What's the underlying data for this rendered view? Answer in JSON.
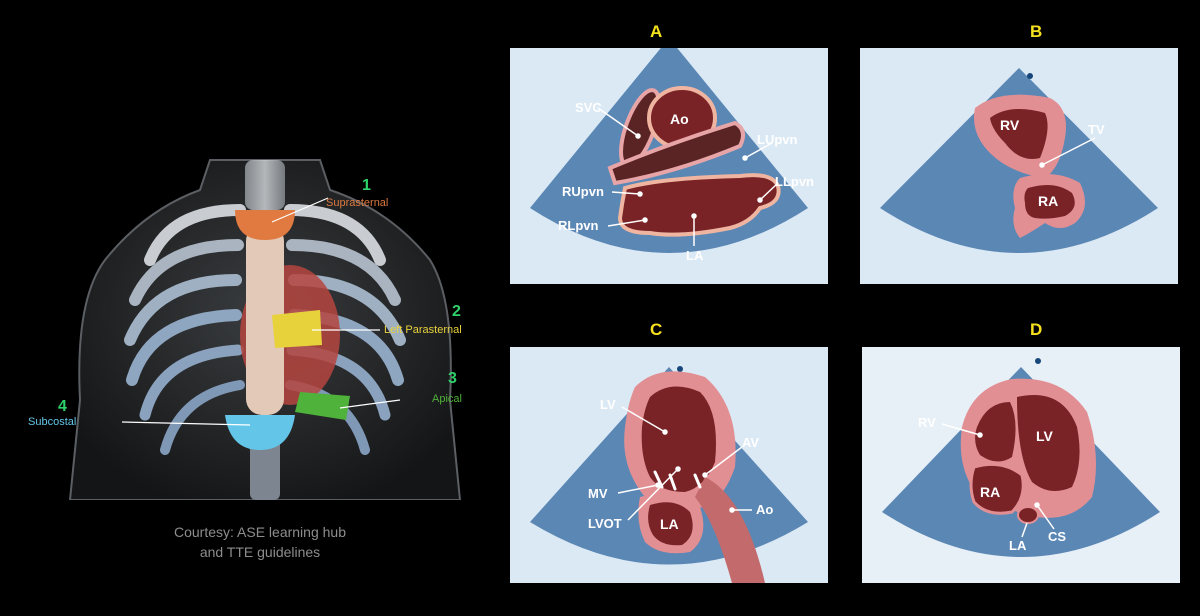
{
  "chest": {
    "windows": [
      {
        "number": "1",
        "label": "Suprasternal",
        "color": "#e07a40"
      },
      {
        "number": "2",
        "label": "Left Parasternal",
        "color": "#e8d23c"
      },
      {
        "number": "3",
        "label": "Apical",
        "color": "#4fb23a"
      },
      {
        "number": "4",
        "label": "Subcostal",
        "color": "#63c6e8"
      }
    ],
    "number_color": "#2fd16a",
    "credit_line1": "Courtesy: ASE learning hub",
    "credit_line2": "and TTE guidelines"
  },
  "panels": {
    "A": {
      "letter": "A",
      "labels": [
        "SVC",
        "Ao",
        "LUpvn",
        "RUpvn",
        "LLpvn",
        "RLpvn",
        "LA"
      ]
    },
    "B": {
      "letter": "B",
      "labels": [
        "RV",
        "TV",
        "RA"
      ]
    },
    "C": {
      "letter": "C",
      "labels": [
        "LV",
        "AV",
        "MV",
        "LVOT",
        "LA",
        "Ao"
      ]
    },
    "D": {
      "letter": "D",
      "labels": [
        "RV",
        "LV",
        "RA",
        "CS",
        "LA"
      ]
    }
  },
  "colors": {
    "panel_letter": "#f5e11d",
    "panel_bg": "#dbe9f5",
    "sector": "#5b87b5",
    "chamber": "#7a2327",
    "wall": "#e28f94"
  }
}
